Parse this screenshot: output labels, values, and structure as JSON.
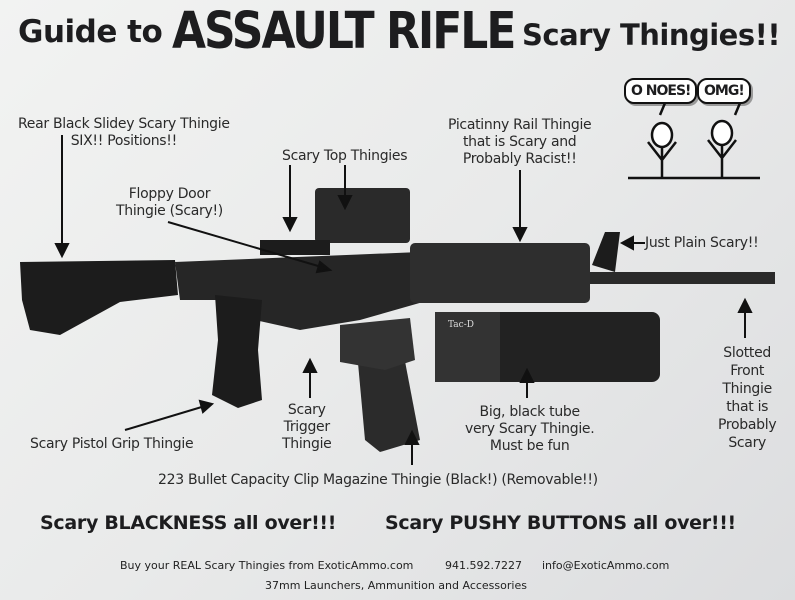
{
  "title": {
    "prefix": "Guide to",
    "main": "ASSAULT RIFLE",
    "suffix": "Scary Thingies!!"
  },
  "cartoon": {
    "bubble_left": "O NOES!",
    "bubble_right": "OMG!"
  },
  "labels": {
    "rear_stock": [
      "Rear Black Slidey Scary Thingie",
      "SIX!! Positions!!"
    ],
    "top": "Scary Top Thingies",
    "floppy_door": [
      "Floppy Door",
      "Thingie (Scary!)"
    ],
    "picatinny": [
      "Picatinny Rail Thingie",
      "that is Scary and",
      "Probably Racist!!"
    ],
    "front_sight": "Just Plain Scary!!",
    "flash_hider": [
      "Slotted",
      "Front",
      "Thingie",
      "that is",
      "Probably",
      "Scary"
    ],
    "pistol_grip": "Scary Pistol Grip Thingie",
    "trigger": [
      "Scary",
      "Trigger",
      "Thingie"
    ],
    "launcher": [
      "Big, black tube",
      "very Scary Thingie.",
      "Must be fun"
    ],
    "magazine": "223 Bullet Capacity Clip Magazine Thingie (Black!) (Removable!!)",
    "launcher_marking": "Tac-D"
  },
  "slogans": {
    "left": "Scary BLACKNESS all over!!!",
    "right": "Scary PUSHY BUTTONS all over!!!"
  },
  "footer": {
    "buy": "Buy your REAL Scary Thingies from ExoticAmmo.com",
    "phone": "941.592.7227",
    "email": "info@ExoticAmmo.com",
    "tagline": "37mm Launchers, Ammunition and Accessories"
  }
}
